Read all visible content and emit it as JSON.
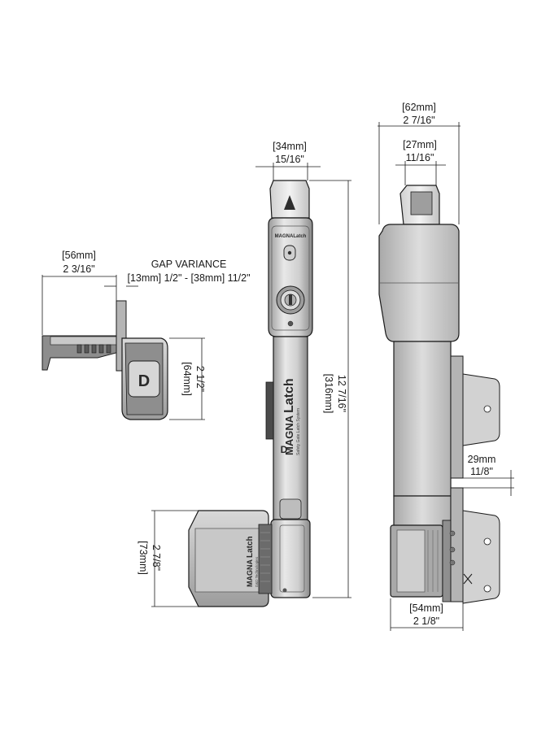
{
  "dimensions": {
    "side_width_mm": "[56mm]",
    "side_width_in": "2 3/16\"",
    "gap_title": "GAP VARIANCE",
    "gap_range": "[13mm] 1/2\" - [38mm] 11/2\"",
    "side_height_mm": "[64mm]",
    "side_height_in": "2 1/2\"",
    "front_width_mm": "[34mm]",
    "front_width_in": "15/16\"",
    "total_height_mm": "[316mm]",
    "total_height_in": "12 7/16\"",
    "bottom_height_mm": "[73mm]",
    "bottom_height_in": "2 7/8\"",
    "right_width_mm": "[62mm]",
    "right_width_in": "2 7/16\"",
    "top_cap_mm": "[27mm]",
    "top_cap_in": "11/16\"",
    "bracket_mm": "29mm",
    "bracket_in": "11/8\"",
    "base_mm": "[54mm]",
    "base_in": "2 1/8\""
  },
  "branding": {
    "head_label": "MAGNALatch",
    "shaft_label_1": "MAGNA",
    "shaft_label_2": "Latch",
    "shaft_sub": "Safety Gate Latch System",
    "magnet_label_1": "MAGNA",
    "magnet_label_2": "Latch",
    "magnet_sub": "D&D Technologies",
    "logo_letter": "D"
  },
  "colors": {
    "line": "#1a1a1a",
    "body_light": "#e6e6e6",
    "body_mid": "#bdbdbd",
    "body_dark": "#7a7a7a",
    "body_darkest": "#3c3c3c"
  }
}
